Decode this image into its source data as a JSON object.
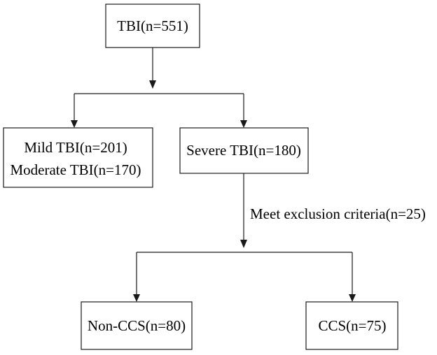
{
  "nodes": {
    "total": {
      "label": "TBI(n=551)"
    },
    "mild_moderate": {
      "lines": [
        "Mild TBI(n=201)",
        "Moderate TBI(n=170)"
      ]
    },
    "severe": {
      "label": "Severe TBI(n=180)"
    },
    "non_ccs": {
      "label": "Non-CCS(n=80)"
    },
    "ccs": {
      "label": "CCS(n=75)"
    }
  },
  "edges": {
    "exclusion": {
      "label": "Meet exclusion criteria(n=25)"
    }
  },
  "colors": {
    "line": "#1a1a1a",
    "box_fill": "#ffffff",
    "text": "#000000"
  }
}
